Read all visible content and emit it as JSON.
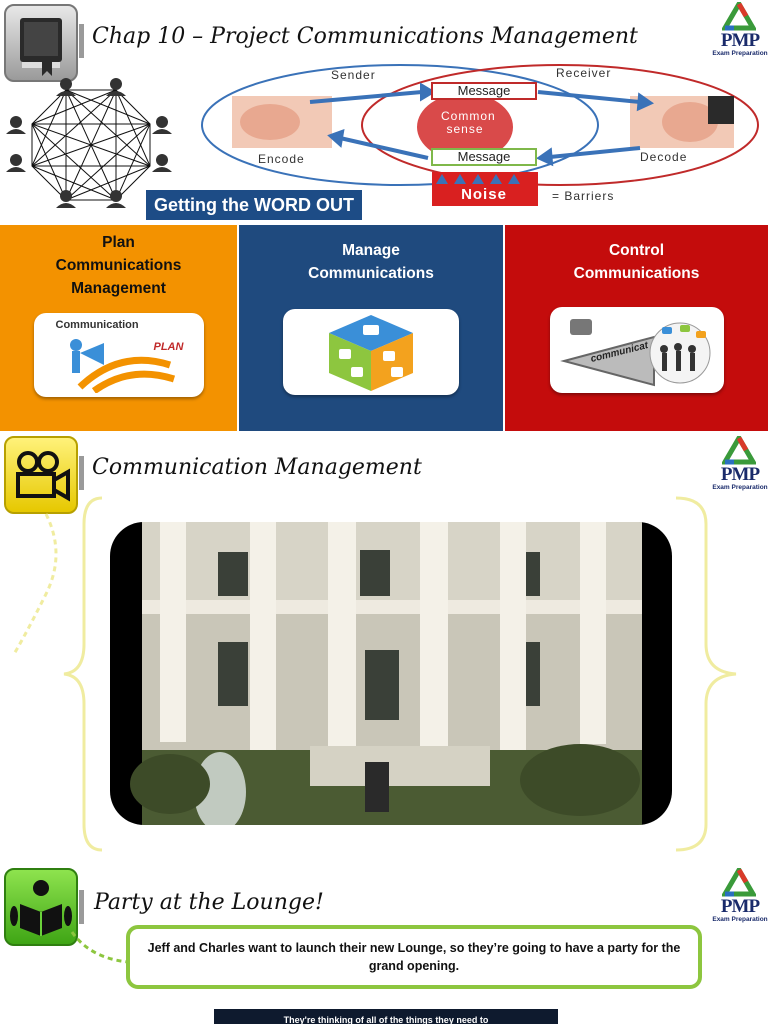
{
  "section1": {
    "title": "Chap 10 – Project Communications Management",
    "diagram": {
      "sender": "Sender",
      "receiver": "Receiver",
      "message_top": "Message",
      "message_bottom": "Message",
      "common_sense": "Common sense",
      "encode": "Encode",
      "decode": "Decode",
      "noise": "Noise",
      "barriers": "= Barriers"
    },
    "banner": "Getting the WORD OUT"
  },
  "processes": [
    {
      "title": "Plan Communications Management",
      "card_label_1": "Communication",
      "card_label_2": "PLAN",
      "color": "#f39200"
    },
    {
      "title": "Manage Communications",
      "color": "#1f4a7e"
    },
    {
      "title": "Control Communications",
      "card_label_1": "communicat",
      "color": "#c40c0c"
    }
  ],
  "section2": {
    "title": "Communication Management",
    "icon": "video-camera-icon"
  },
  "section3": {
    "title": "Party at the Lounge!",
    "icon": "reader-icon",
    "story": "Jeff and Charles want to launch their new Lounge, so they’re going to have a party for the grand opening.",
    "bottom_caption": "They're thinking of all of the things they need to"
  },
  "logo": {
    "text": "PMP",
    "sub": "Exam Preparation"
  },
  "colors": {
    "orange": "#f39200",
    "blue": "#1f4a7e",
    "red": "#c40c0c",
    "green": "#8dc63f"
  }
}
